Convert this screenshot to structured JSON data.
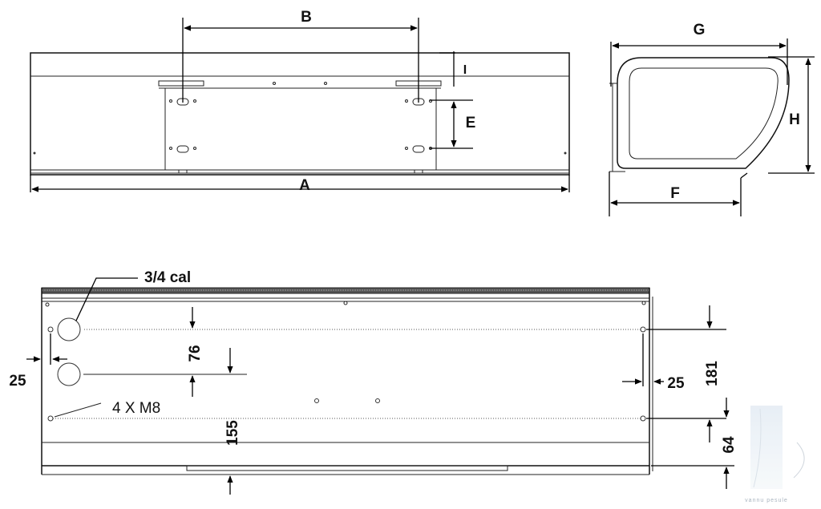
{
  "front_view": {
    "labels": {
      "a": "A",
      "b": "B",
      "i": "I",
      "e": "E"
    }
  },
  "side_view": {
    "labels": {
      "g": "G",
      "h": "H",
      "f": "F"
    }
  },
  "bottom_view": {
    "pipe_label": "3/4 cal",
    "bolt_label": "4 X M8",
    "dims": {
      "left_offset": "25",
      "pipe_spacing": "76",
      "bottom_offset": "155",
      "right_offset": "25",
      "right_height": "181",
      "right_bottom": "64"
    }
  },
  "watermark": {
    "text": "vannu pesule"
  }
}
